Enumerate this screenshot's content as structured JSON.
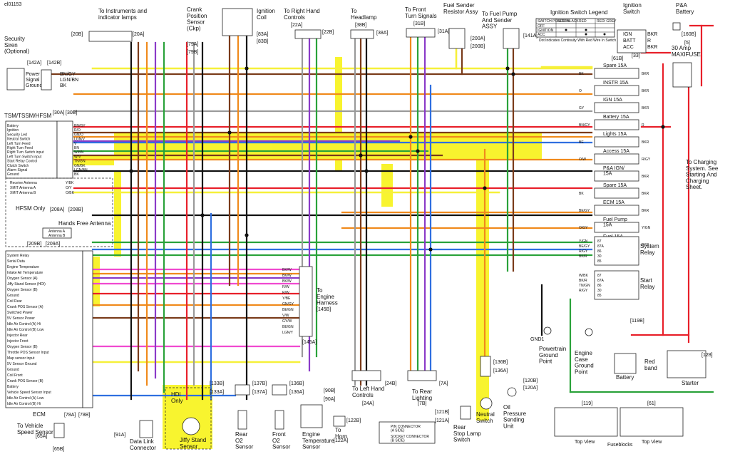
{
  "colors": {
    "red": "#e8202a",
    "orange": "#f08a1c",
    "yellow": "#f6f03a",
    "green": "#2aa23a",
    "blue": "#2f6fe0",
    "brown": "#7a3b1a",
    "black": "#111111",
    "grey": "#9a9a9a",
    "purple": "#8a3ac8",
    "pink": "#f04ad0",
    "white": "#ffffff",
    "highlight": "#f7f20a"
  },
  "doc_id": "el01153",
  "top": {
    "instruments": "To Instruments and\nindicator lamps",
    "instr_conn": "[20B]",
    "instr_conn2": "[20A]",
    "crank": "Crank\nPosition\nSensor\n(Ckp)",
    "crank_c1": "[79A]",
    "crank_c2": "[79B]",
    "coil": "Ignition\nCoil",
    "coil_c1": "[83A]",
    "coil_c2": "[83B]",
    "rhc": "To Right Hand\nControls",
    "rhc_c1": "[22A]",
    "rhc_c2": "[22B]",
    "headlamp": "To\nHeadlamp",
    "headlamp_c1": "[38B]",
    "headlamp_c2": "[38A]",
    "front_turn": "To Front\nTurn Signals",
    "front_turn_c1": "[31B]",
    "front_turn_c2": "[31A]",
    "fuel_sender": "Fuel Sender\nResistor Assy",
    "fuel_sender_c1": "[200A]",
    "fuel_sender_c2": "[200B]",
    "fuel_pump": "To Fuel Pump\nAnd Sender\nASSY",
    "fuel_pump_c": "[141A]",
    "ign_legend": "Ignition Switch Legend",
    "ign_switch": "Ignition\nSwitch",
    "pa": "P&A\nBattery",
    "pa_c": "[160B]"
  },
  "legend_table": {
    "headers": [
      "SWITCH POSITION",
      "RED/ BLACK",
      "RED",
      "RED/ GREY"
    ],
    "rows": [
      "OFF",
      "IGNITION",
      "ACC"
    ],
    "note": "Dot Indicates Continuity With Red Wire In Switch Position Indicated"
  },
  "ignition_switch": {
    "pins": [
      "IGN",
      "BATT",
      "ACC"
    ],
    "wires": [
      "BKR",
      "R",
      "BKR"
    ],
    "conn": "[33]",
    "conn_b": "[61B]"
  },
  "maxifuse": {
    "label": "30 Amp\nMAXIFUSE",
    "conn": "[5]"
  },
  "security": {
    "title": "Security\nSiren\n(Optional)",
    "c1": "[142A]",
    "c2": "[142B]",
    "pins": [
      "Power",
      "Signal",
      "Ground"
    ],
    "wires": [
      "BN/GY",
      "LGN/BN",
      "BK"
    ]
  },
  "tsm": {
    "title": "TSM/TSSM/HFSM",
    "c1": "[30A]",
    "c2": "[30B]",
    "rows": [
      "Battery",
      "Ignition",
      "Security Led",
      "Neutral Switch",
      "Left Turn Feed",
      "Right Turn Feed",
      "Right Turn Switch input",
      "Left Turn Switch input",
      "Start Relay Control",
      "Clutch Switch",
      "Alarm Signal",
      "Ground"
    ],
    "wires": [
      "BN/GY",
      "R/O",
      "GN/O",
      "LGN/V",
      "V",
      "BN",
      "W/BN",
      "W/V",
      "TN/GN",
      "GN/BK",
      "LGN/BN",
      "BK"
    ]
  },
  "hfsm": {
    "rows": [
      "Receive Antenna",
      "XMIT Antenna A",
      "XMIT Antenna B"
    ],
    "wires": [
      "Y/BK",
      "O/Y",
      "O/BK"
    ],
    "only": "HFSM Only",
    "c1": "[208A]",
    "c2": "[208B]",
    "antenna": "Hands Free Antenna",
    "ant_a": "Antenna A",
    "ant_b": "Antenna B",
    "c3": "[209B]",
    "c4": "[209A]"
  },
  "ecm": {
    "title": "ECM",
    "c1": "[78A]",
    "c2": "[78B]",
    "rows": [
      "System Relay",
      "Serial Data",
      "Engine Temperature",
      "Intake Air Temperature",
      "Oxygen Sensor (A)",
      "Jiffy Stand Sensor (HDI)",
      "Oxygen Sensor (B)",
      "Ground",
      "Coil Rear",
      "Crank POS Sensor (A)",
      "Switched Power",
      "5V Sensor Power",
      "Idle Air Control (A) Hi",
      "Idle Air Control (B) Low",
      "Injector Rear",
      "Injector Front",
      "Oxygen Sensor (B)",
      "Throttle POS Sensor Input",
      "Map sensor input",
      "5V Sensor Ground",
      "Ground",
      "Coil Front",
      "Crank POS Sensor (B)",
      "Battery",
      "Vehicle Speed Sensor Input",
      "Idle Air Control (A) Low",
      "Idle Air Control (B) Hi"
    ]
  },
  "fuses": {
    "items": [
      "Spare 15A",
      "INSTR 15A",
      "IGN 15A",
      "Battery 15A",
      "Lights 15A",
      "Access 15A",
      "P&A IGN/\n15A",
      "Spare 15A",
      "ECM 15A",
      "Fuel Pump\n15A",
      "Fuel 15A"
    ],
    "wires_left": [
      "BK",
      "O",
      "GY",
      "BN/GY",
      "BE",
      "O/W",
      "",
      "BK",
      "BE/GY",
      "O/GY",
      ""
    ],
    "wires_right": [
      "BKR",
      "BKR",
      "BKR",
      "R",
      "BKR",
      "R/GY",
      "BKR",
      "BKR",
      "BKR",
      "Y/GN",
      "BKR"
    ],
    "conn_bottom": "[119B]"
  },
  "relays": {
    "system": "System\nRelay",
    "start": "Start\nRelay",
    "pins_sys": [
      "87",
      "87A",
      "86",
      "30",
      "85"
    ],
    "wires_sys": [
      "Y/GN",
      "BE/GY",
      "R/GY",
      "BK/R"
    ],
    "pins_start": [
      "87",
      "87A",
      "86",
      "30",
      "85"
    ],
    "wires_start": [
      "W/BK",
      "BK/R",
      "TN/GN",
      "R/GY"
    ]
  },
  "right": {
    "charging": "To Charging\nSystem. See\nStarting And\nCharging\nSheet.",
    "gnd1": "GND1",
    "pt_ground": "Powertrain\nGround\nPoint",
    "case_ground": "Engine\nCase\nGround\nPoint",
    "battery": "Battery",
    "red_band": "Red\nband",
    "starter": "Starter",
    "starter_c": "[128]",
    "fuseblocks": "Fuseblocks",
    "top_view": "Top View",
    "fb_c1": "[119]",
    "fb_c2": "[61]"
  },
  "engine_harness": {
    "label": "To\nEngine\nHarness",
    "c1": "[145B]",
    "c2": "[145A]",
    "wires": [
      "BK/W",
      "BK/W",
      "BK/W",
      "R/W",
      "R/W",
      "Y/BE",
      "GN/GY",
      "BE/GN",
      "V/W",
      "GY/W",
      "BE/GN",
      "LGN/Y"
    ]
  },
  "bottom": {
    "hdi_only": "HDI\nOnly",
    "jiffy": "Jiffy Stand\nSensor",
    "jiffy_c1": "[133B]",
    "jiffy_c2": "[133A]",
    "rear_o2": "Rear\nO2\nSensor",
    "rear_o2_c1": "[137B]",
    "rear_o2_c2": "[137A]",
    "front_o2": "Front\nO2\nSensor",
    "front_o2_c1": "[136B]",
    "front_o2_c2": "[136A]",
    "temp": "Engine\nTemperature\nSensor",
    "temp_c1": "[90B]",
    "temp_c2": "[90A]",
    "horn": "To\nHorn",
    "horn_c1": "[122B]",
    "horn_c2": "[122A]",
    "lhc": "To Left Hand\nControls",
    "lhc_c1": "[24B]",
    "lhc_c2": "[24A]",
    "rear_light": "To Rear\nLighting",
    "rear_light_c1": "[7A]",
    "rear_light_c2": "[7B]",
    "stop": "Rear\nStop Lamp\nSwitch",
    "stop_c1": "[121B]",
    "stop_c2": "[121A]",
    "neutral": "Neutral\nSwitch",
    "neutral_c1": "[136B]",
    "neutral_c2": "[136A]",
    "oil": "Oil\nPressure\nSending\nUnit",
    "oil_c1": "[120B]",
    "oil_c2": "[120A]",
    "speed": "To Vehicle\nSpeed Sensor",
    "speed_c1": "[65A]",
    "speed_c2": "[65B]",
    "dlc": "Data Link\nConnector",
    "dlc_c": "[91A]",
    "legend_pin": "PIN CONNECTOR\n(A SIDE)",
    "legend_sock": "SOCKET CONNECTOR\n(B SIDE)"
  }
}
